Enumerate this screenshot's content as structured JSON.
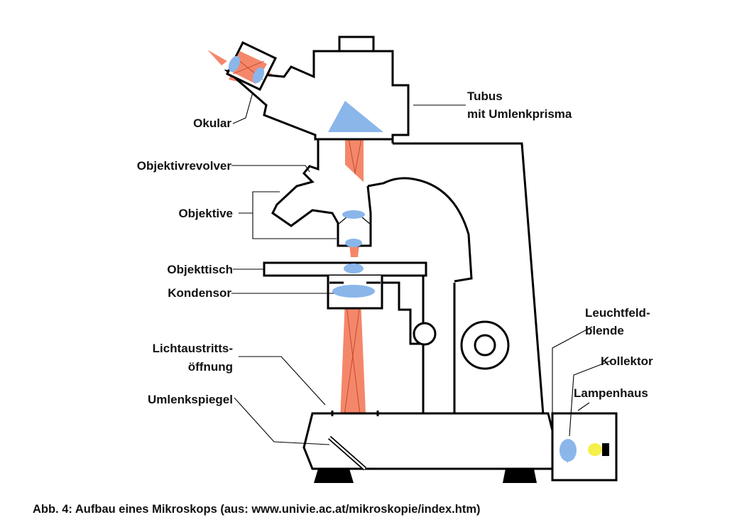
{
  "colors": {
    "beam": "#f4876a",
    "lens": "#8ab6ea",
    "outline": "#000000",
    "lamp": "#f6f04a"
  },
  "labels": {
    "okular": "Okular",
    "objektivrevolver": "Objektivrevolver",
    "objektive": "Objektive",
    "objekttisch": "Objekttisch",
    "kondensor": "Kondensor",
    "lichtaustritt_1": "Lichtaustritts-",
    "lichtaustritt_2": "öffnung",
    "umlenkspiegel": "Umlenkspiegel",
    "tubus_1": "Tubus",
    "tubus_2": "mit Umlenkprisma",
    "leuchtfeld_1": "Leuchtfeld-",
    "leuchtfeld_2": "blende",
    "kollektor": "Kollektor",
    "lampenhaus": "Lampenhaus"
  },
  "caption": "Abb. 4: Aufbau eines Mikroskops (aus: www.univie.ac.at/mikroskopie/index.htm)"
}
